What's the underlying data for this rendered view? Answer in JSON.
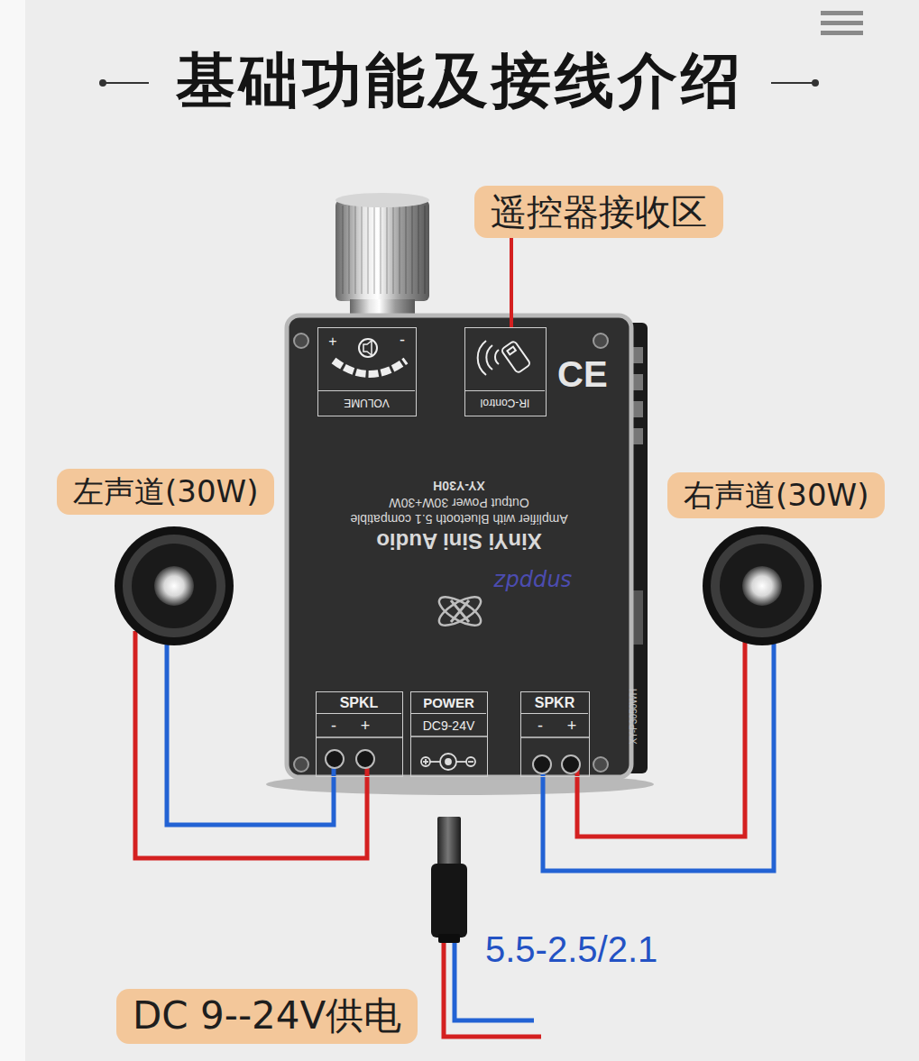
{
  "diagram": {
    "title": "基础功能及接线介绍",
    "nodes": [
      {
        "text": [
          "遥控器接收区"
        ]
      },
      {
        "text": [
          "左声道(30W)"
        ]
      },
      {
        "text": [
          "右声道(30W)"
        ]
      },
      {
        "text": [
          "XinYi Sini Audio",
          "Amplifier with Bluetooth 5.1 compatible",
          "Output Power 30W+30W",
          "XY-Y30H"
        ]
      },
      {
        "text": [
          "+",
          "-",
          "VOLUME"
        ],
        "in": 3
      },
      {
        "text": [
          "IR-Control"
        ],
        "in": 3
      },
      {
        "text": [
          "SPKL",
          "-",
          "+"
        ],
        "in": 3
      },
      {
        "text": [
          "POWER",
          "DC9-24V"
        ],
        "in": 3
      },
      {
        "text": [
          "SPKR",
          "-",
          "+"
        ],
        "in": 3
      },
      {
        "text": [
          "DC 9--24V供电"
        ]
      }
    ],
    "edges": [
      {
        "from": 0,
        "to": 5,
        "arrow": "none"
      }
    ],
    "labels": [
      "CE",
      "XY-P3050WH",
      "snppdz",
      "5.5-2.5/2.1"
    ]
  }
}
